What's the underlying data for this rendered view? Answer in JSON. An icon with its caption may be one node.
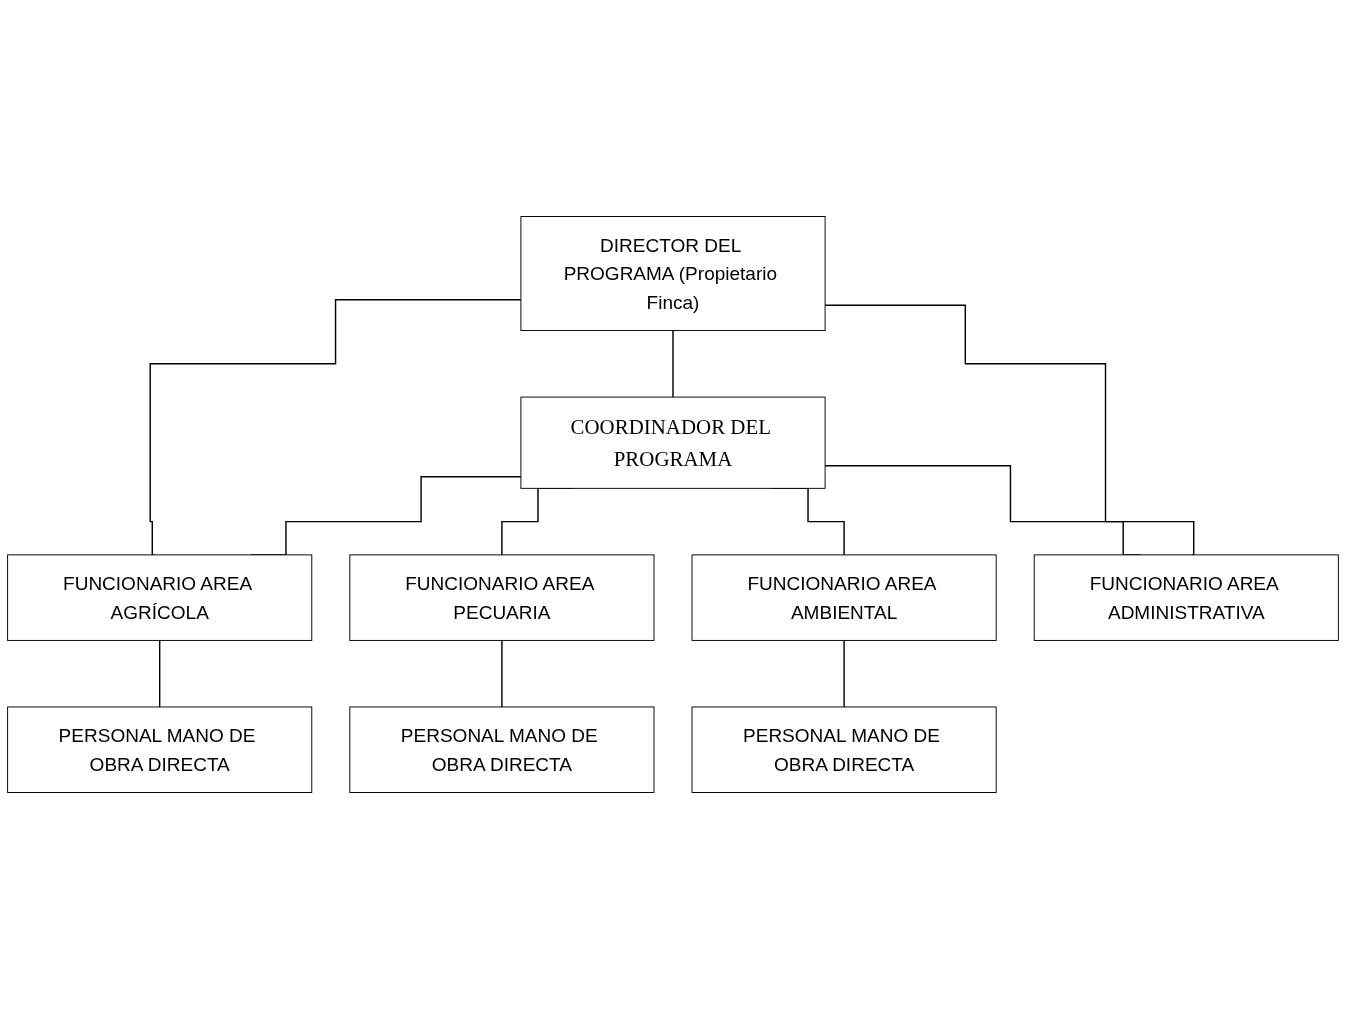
{
  "diagram": {
    "nodes": [
      {
        "text": [
          "DIRECTOR DEL PROGRAMA (Propietario Finca)"
        ]
      },
      {
        "text": [
          "COORDINADOR DEL PROGRAMA"
        ]
      },
      {
        "text": [
          "FUNCIONARIO AREA AGRÍCOLA"
        ]
      },
      {
        "text": [
          "FUNCIONARIO AREA PECUARIA"
        ]
      },
      {
        "text": [
          "FUNCIONARIO AREA AMBIENTAL"
        ]
      },
      {
        "text": [
          "FUNCIONARIO AREA ADMINISTRATIVA"
        ]
      },
      {
        "text": [
          "PERSONAL MANO DE OBRA DIRECTA"
        ]
      },
      {
        "text": [
          "PERSONAL MANO DE OBRA DIRECTA"
        ]
      },
      {
        "text": [
          "PERSONAL MANO DE OBRA DIRECTA"
        ]
      }
    ],
    "edges": [
      {
        "from": 0,
        "to": 1,
        "arrow": "none"
      },
      {
        "from": 0,
        "to": 2,
        "arrow": "none"
      },
      {
        "from": 0,
        "to": 5,
        "arrow": "none"
      },
      {
        "from": 1,
        "to": 2,
        "arrow": "none"
      },
      {
        "from": 1,
        "to": 5,
        "arrow": "none"
      },
      {
        "from": 1,
        "to": 3,
        "arrow": "none"
      },
      {
        "from": 1,
        "to": 4,
        "arrow": "none"
      },
      {
        "from": 2,
        "to": 6,
        "arrow": "none"
      },
      {
        "from": 3,
        "to": 7,
        "arrow": "none"
      },
      {
        "from": 4,
        "to": 8,
        "arrow": "none"
      }
    ]
  }
}
